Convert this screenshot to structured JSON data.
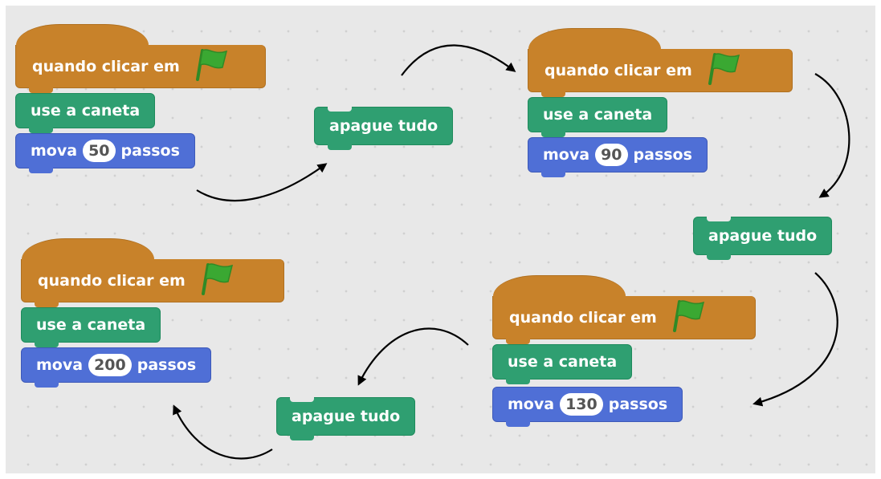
{
  "colors": {
    "background": "#e8e8e8",
    "events_block": "#c8822a",
    "pen_block": "#2f9f71",
    "motion_block": "#4f6fd6",
    "flag_icon": "#3aa832"
  },
  "scripts": [
    {
      "hat_label": "quando clicar em",
      "flag_icon": "green-flag-icon",
      "pen_label": "use a caneta",
      "move_pre": "mova",
      "move_value": "50",
      "move_post": "passos"
    },
    {
      "hat_label": "quando clicar em",
      "flag_icon": "green-flag-icon",
      "pen_label": "use a caneta",
      "move_pre": "mova",
      "move_value": "90",
      "move_post": "passos"
    },
    {
      "hat_label": "quando clicar em",
      "flag_icon": "green-flag-icon",
      "pen_label": "use a caneta",
      "move_pre": "mova",
      "move_value": "130",
      "move_post": "passos"
    },
    {
      "hat_label": "quando clicar em",
      "flag_icon": "green-flag-icon",
      "pen_label": "use a caneta",
      "move_pre": "mova",
      "move_value": "200",
      "move_post": "passos"
    }
  ],
  "clear_blocks": [
    {
      "label": "apague tudo"
    },
    {
      "label": "apague tudo"
    },
    {
      "label": "apague tudo"
    }
  ]
}
